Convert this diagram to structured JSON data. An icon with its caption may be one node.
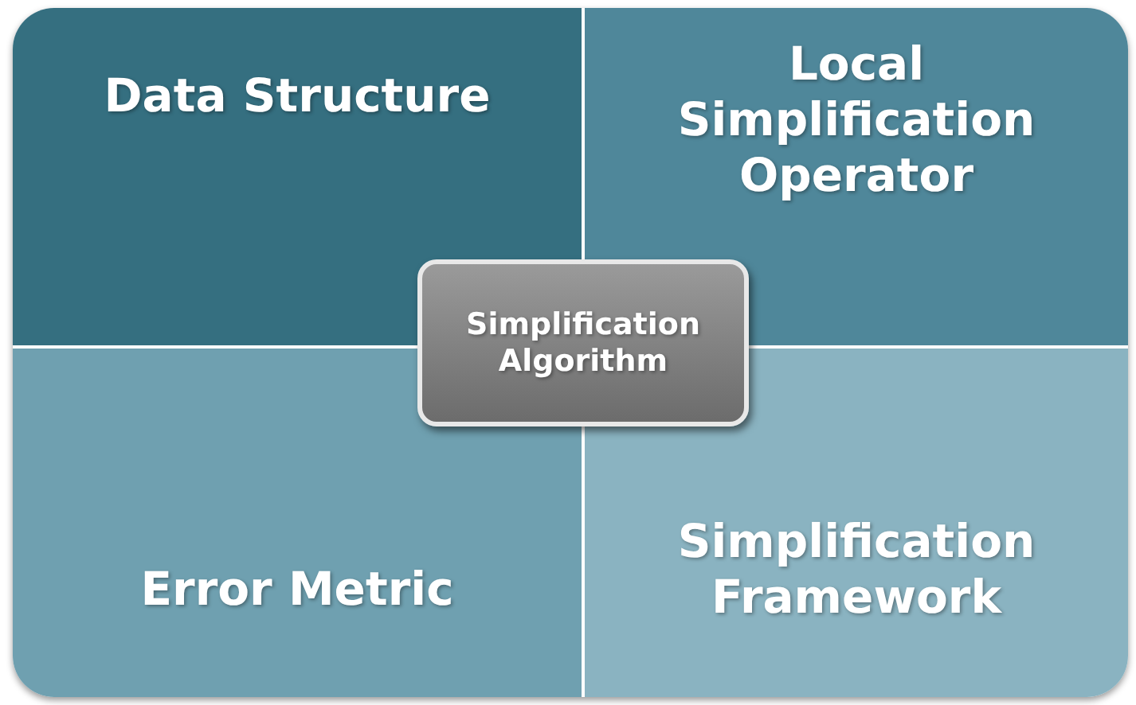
{
  "diagram": {
    "nodes": [
      {
        "text": [
          "Data Structure"
        ]
      },
      {
        "text": [
          "Local Simplification Operator"
        ]
      },
      {
        "text": [
          "Error Metric"
        ]
      },
      {
        "text": [
          "Simplification Framework"
        ]
      },
      {
        "text": [
          "Simplification Algorithm"
        ]
      }
    ]
  }
}
